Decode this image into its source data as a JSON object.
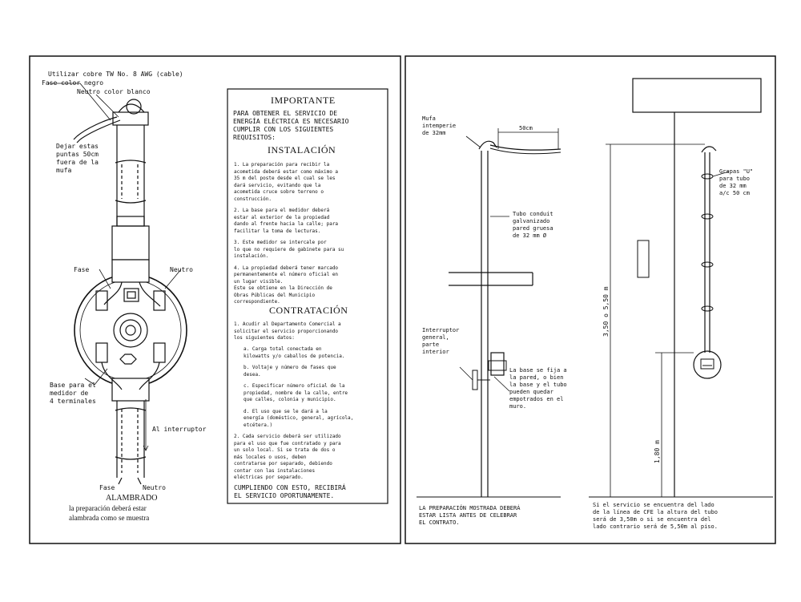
{
  "left_sheet": {
    "cable_spec": "Utilizar cobre TW No. 8 AWG (cable)",
    "phase_color": "Fase color negro",
    "neutral_color": "Neutro color blanco",
    "leave_tips": "Dejar estas\npuntas 50cm\nfuera de la\nmufa",
    "phase_label": "Fase",
    "neutral_label": "Neutro",
    "meter_base": "Base para el\nmedidor de\n4 terminales",
    "to_switch": "Al interruptor",
    "bottom_phase": "Fase",
    "bottom_neutral": "Neutro",
    "wiring_title": "ALAMBRADO",
    "wiring_note": "la preparación deberá estar\nalambrada como se muestra"
  },
  "notice": {
    "title": "IMPORTANTE",
    "intro": "PARA OBTENER EL SERVICIO DE\nENERGÍA ELÉCTRICA ES NECESARIO\nCUMPLIR CON LOS SIGUIENTES\nREQUISITOS:",
    "installation_title": "INSTALACIÓN",
    "installation_items": [
      "1. La preparación para recibir la\nacometida deberá estar como máximo a\n35 m del poste desde el cual se les\ndará servicio, evitando que la\nacometida cruce sobre terreno o\nconstrucción.",
      "2. La base para el medidor deberá\nestar al exterior de la propiedad\ndando al frente hacia la calle; para\nfacilitar la toma de lecturas.",
      "3. Este medidor se intercale por\nlo que no requiere de gabinete para su\ninstalación.",
      "4. La propiedad deberá tener marcado\npermanentemente el número oficial en\nun lugar visible.\nEste se obtiene en la Dirección de\nObras Públicas del Municipio\ncorrespondiente."
    ],
    "contract_title": "CONTRATACIÓN",
    "contract_intro": "1. Acudir al Departamento Comercial a\nsolicitar el servicio proporcionando\nlos siguientes datos:",
    "contract_items": [
      "a. Carga total conectada en\nkilowatts y/o caballos de potencia.",
      "b. Voltaje y número de fases que\ndesea.",
      "c. Especificar número oficial de la\npropiedad, nombre de la calle, entre\nque calles, colonia y municipio.",
      "d. El uso que se le dará a la\nenergía (doméstico, general, agrícola,\netcétera.)",
      "2. Cada servicio deberá ser utilizado\npara el uso que fue contratado y para\nun solo local. Si se trata de dos o\nmás locales o usos, deben\ncontratarse por separado, debiendo\ncontar con las instalaciones\neléctricas por separado."
    ],
    "closing": "CUMPLIENDO CON ESTO, RECIBIRÁ\nEL SERVICIO OPORTUNAMENTE."
  },
  "right_sheet": {
    "weatherhead": "Mufa\nintemperie\nde 32mm",
    "width_dim": "50cm",
    "conduit": "Tubo conduit\ngalvanizado\npared gruesa\nde 32 mm Ø",
    "clamps": "Grapas \"U\"\npara tubo\nde 32 mm\na/c 50 cm",
    "main_switch": "Interruptor\ngeneral,\nparte\ninterior",
    "base_note": "La base se fija a\nla pared, o bien\nla base y el tubo\npueden quedar\nempotrados en el\nmuro.",
    "height_dim": "3,50 o 5,50 m",
    "meter_height": "1,80 m",
    "prep_note": "LA PREPARACIÓN MOSTRADA DEBERÁ\nESTAR LISTA ANTES DE CELEBRAR\nEL CONTRATO.",
    "service_note": "Si el servicio se encuentra del lado\nde la línea de CFE la altura del tubo\nserá de 3,50m o si se encuentra del\nlado contrario será de 5,50m al piso."
  }
}
